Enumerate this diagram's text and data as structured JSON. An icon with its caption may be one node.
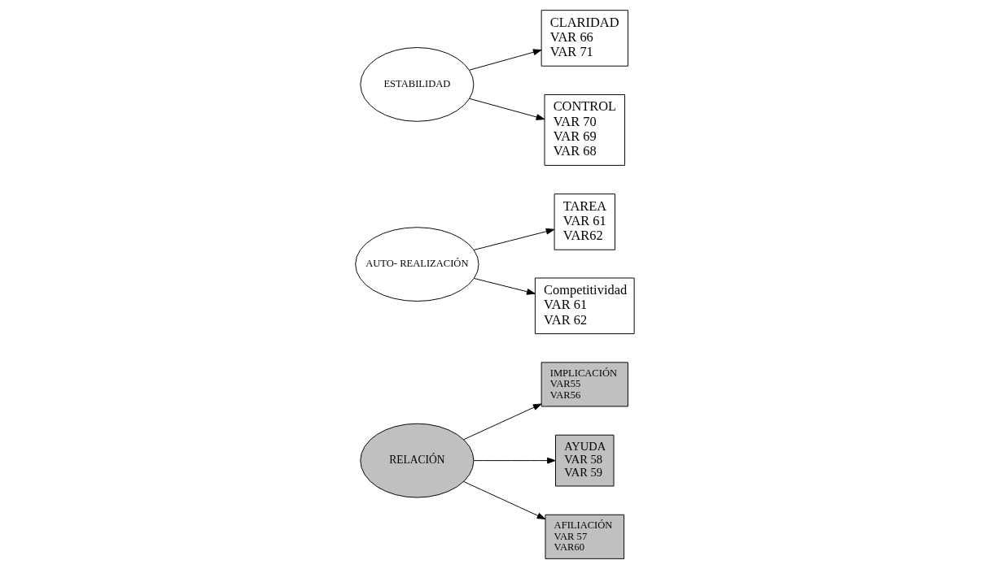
{
  "diagram": {
    "nodes": [
      {
        "text": [
          "RELACIÓN"
        ]
      },
      {
        "text": [
          "IMPLICACIÓN",
          "VAR55",
          "VAR56"
        ]
      },
      {
        "text": [
          "AYUDA",
          "VAR 58",
          "VAR 59"
        ]
      },
      {
        "text": [
          "AFILIACIÓN",
          "VAR 57",
          "VAR60"
        ]
      },
      {
        "text": [
          "AUTO- REALIZACIÓN"
        ]
      },
      {
        "text": [
          "TAREA",
          "VAR 61",
          "VAR62"
        ]
      },
      {
        "text": [
          "Competitividad",
          "VAR 61",
          "VAR 62"
        ]
      },
      {
        "text": [
          "ESTABILIDAD"
        ]
      },
      {
        "text": [
          "CLARIDAD",
          "VAR 66",
          "VAR 71"
        ]
      },
      {
        "text": [
          "CONTROL",
          "VAR 70",
          "VAR 69",
          "VAR 68"
        ]
      }
    ],
    "edges": [
      {
        "from": 0,
        "to": 1,
        "arrow": "to"
      },
      {
        "from": 0,
        "to": 2,
        "arrow": "to"
      },
      {
        "from": 0,
        "to": 3,
        "arrow": "to"
      },
      {
        "from": 4,
        "to": 5,
        "arrow": "to"
      },
      {
        "from": 4,
        "to": 6,
        "arrow": "to"
      },
      {
        "from": 7,
        "to": 8,
        "arrow": "to"
      },
      {
        "from": 7,
        "to": 9,
        "arrow": "to"
      }
    ]
  }
}
